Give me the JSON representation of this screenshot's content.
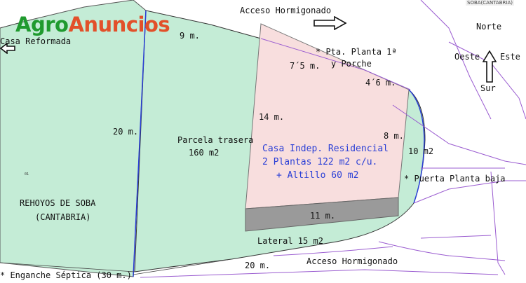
{
  "logo": {
    "part1": "Agro",
    "part2": "Anuncios"
  },
  "corner_tag": "SOBA(CANTABRIA)",
  "roads": {
    "top": "Acceso Hormigonado",
    "bottom": "Acceso Hormigonado"
  },
  "compass": {
    "north": "Norte",
    "south": "Sur",
    "west": "Oeste",
    "east": "Este"
  },
  "labels": {
    "casa_reformada": "Casa Reformada",
    "nine_m": "9 m.",
    "twenty_m_left": "20 m.",
    "twenty_m_bottom": "20 m.",
    "fourteen_m": "14 m.",
    "eight_m": "8 m.",
    "ten_m2": "10 m2",
    "seven_m": "7´5 m.",
    "four_m": "4´6 m.",
    "eleven_m": "11 m.",
    "lateral": "Lateral 15 m2",
    "pta_line1": "* Pta. Planta 1ª",
    "pta_line2": "y Porche",
    "parcela_line1": "Parcela trasera",
    "parcela_line2": "160 m2",
    "puerta_baja": "* Puerta Planta baja",
    "region_line1": "REHOYOS DE SOBA",
    "region_line2": "(CANTABRIA)",
    "enganche": "* Enganche Séptica (30 m.)",
    "tiny_mark": "01"
  },
  "house": {
    "line1": "Casa Indep. Residencial",
    "line2": "2 Plantas 122 m2 c/u.",
    "line3": "+ Altillo 60 m2"
  },
  "colors": {
    "parcel_green": "#c4ecd6",
    "house_pink": "#f8dede",
    "porch_gray": "#9a9a9a",
    "boundary_blue": "#2a3fd6",
    "road_purple": "#9a5cd0"
  }
}
